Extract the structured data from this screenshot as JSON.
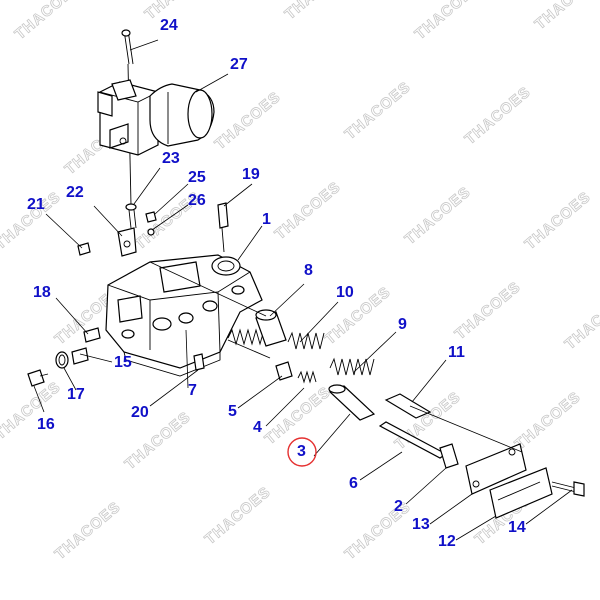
{
  "watermark": {
    "text": "THACOES",
    "color": "#c8c8c8"
  },
  "colors": {
    "callout": "#1010c8",
    "highlight_ring": "#e53030",
    "line": "#000000"
  },
  "callouts": [
    {
      "id": "c24",
      "label": "24"
    },
    {
      "id": "c27",
      "label": "27"
    },
    {
      "id": "c23",
      "label": "23"
    },
    {
      "id": "c25",
      "label": "25"
    },
    {
      "id": "c26",
      "label": "26"
    },
    {
      "id": "c22",
      "label": "22"
    },
    {
      "id": "c21",
      "label": "21"
    },
    {
      "id": "c19",
      "label": "19"
    },
    {
      "id": "c1",
      "label": "1"
    },
    {
      "id": "c8",
      "label": "8"
    },
    {
      "id": "c10",
      "label": "10"
    },
    {
      "id": "c18",
      "label": "18"
    },
    {
      "id": "c9",
      "label": "9"
    },
    {
      "id": "c15",
      "label": "15"
    },
    {
      "id": "c11",
      "label": "11"
    },
    {
      "id": "c17",
      "label": "17"
    },
    {
      "id": "c16",
      "label": "16"
    },
    {
      "id": "c7",
      "label": "7"
    },
    {
      "id": "c20",
      "label": "20"
    },
    {
      "id": "c5",
      "label": "5"
    },
    {
      "id": "c4",
      "label": "4"
    },
    {
      "id": "c3",
      "label": "3",
      "highlighted": true
    },
    {
      "id": "c6",
      "label": "6"
    },
    {
      "id": "c2",
      "label": "2"
    },
    {
      "id": "c13",
      "label": "13"
    },
    {
      "id": "c14",
      "label": "14"
    },
    {
      "id": "c12",
      "label": "12"
    }
  ]
}
